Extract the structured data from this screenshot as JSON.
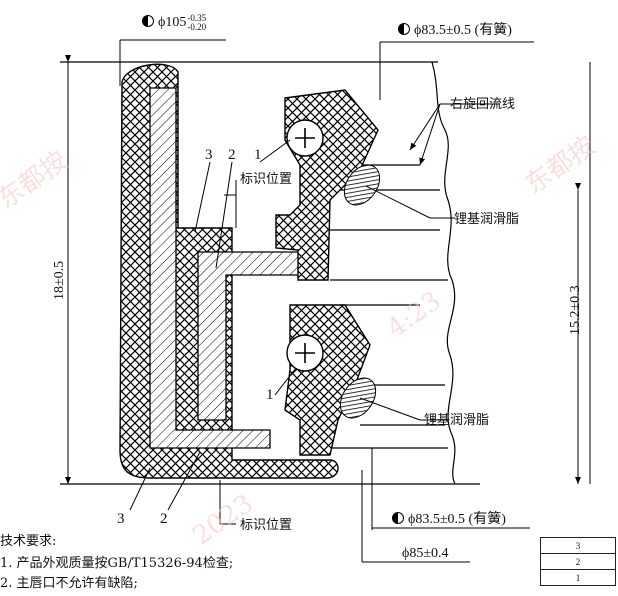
{
  "dimensions": {
    "d_outer_top": {
      "value": "ϕ105",
      "tol_upper": "-0.35",
      "tol_lower": "-0.20"
    },
    "d_lip_top": "ϕ83.5±0.5 (有簧)",
    "d_lip_bottom": "ϕ83.5±0.5 (有簧)",
    "d_shaft": "ϕ85±0.4",
    "height_left": "18±0.5",
    "height_right": "15.2±0.3"
  },
  "labels": {
    "rotation": "右旋回流线",
    "grease_top": "锂基润滑脂",
    "grease_bottom": "锂基润滑脂",
    "mark_pos_top": "标识位置",
    "mark_pos_bottom": "标识位置"
  },
  "callouts": {
    "top_3": "3",
    "top_2": "2",
    "top_1": "1",
    "mid_1": "1",
    "bot_3": "3",
    "bot_2": "2"
  },
  "notes": {
    "title": "技术要求:",
    "item1": "1. 产品外观质量按GB/T15326-94检查;",
    "item2": "2. 主唇口不允许有缺陷;"
  },
  "parts_table": [
    "3",
    "2",
    "1"
  ],
  "watermarks": [
    "东都按",
    "东都按",
    "2023",
    "4:23"
  ]
}
